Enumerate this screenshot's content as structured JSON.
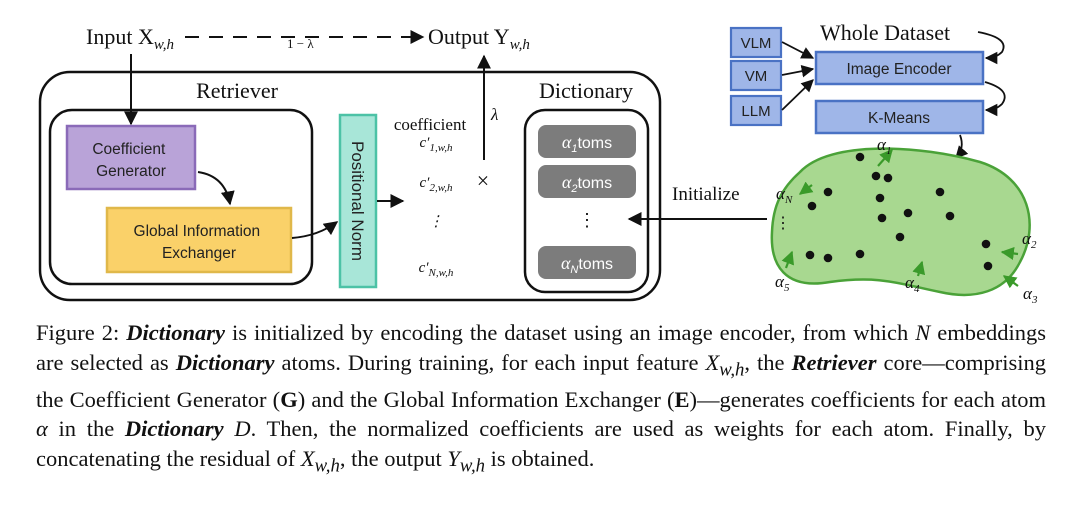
{
  "diagram": {
    "input_label": "Input X",
    "input_sub": "w,h",
    "output_label": "Output Y",
    "output_sub": "w,h",
    "one_minus_lambda": "1 − λ",
    "lambda": "λ",
    "retriever_title": "Retriever",
    "dictionary_title": "Dictionary",
    "coefficient_generator": [
      "Coefficient",
      "Generator"
    ],
    "global_info_exchanger": [
      "Global Information",
      "Exchanger"
    ],
    "positional_norm": "Positional Norm",
    "coefficient_title": "coefficient",
    "coefficients": [
      {
        "base": "c′",
        "sub": "1,w,h"
      },
      {
        "base": "c′",
        "sub": "2,w,h"
      },
      {
        "base": "⋮",
        "sub": ""
      },
      {
        "base": "c′",
        "sub": "N,w,h"
      }
    ],
    "times": "×",
    "atoms": [
      {
        "alpha": "α",
        "sub": "1",
        "suffix": "toms"
      },
      {
        "alpha": "α",
        "sub": "2",
        "suffix": "toms"
      },
      {
        "alpha": "α",
        "sub": "N",
        "suffix": "toms"
      }
    ],
    "atoms_dots": "⋮",
    "initialize": "Initialize",
    "whole_dataset": "Whole Dataset",
    "models": [
      "VLM",
      "VM",
      "LLM"
    ],
    "image_encoder": "Image Encoder",
    "kmeans": "K-Means",
    "cluster_labels": [
      {
        "alpha": "α",
        "sub": "1"
      },
      {
        "alpha": "α",
        "sub": "N"
      },
      {
        "alpha": "α",
        "sub": "2"
      },
      {
        "alpha": "α",
        "sub": "3"
      },
      {
        "alpha": "α",
        "sub": "4"
      },
      {
        "alpha": "α",
        "sub": "5"
      }
    ],
    "cluster_dots": "⋮",
    "colors": {
      "coef_gen_fill": "#b9a3d8",
      "coef_gen_stroke": "#8a6ab8",
      "gie_fill": "#fad169",
      "gie_stroke": "#e0b84a",
      "posnorm_fill": "#a8e6d8",
      "posnorm_stroke": "#4cc2a6",
      "atom_fill": "#7c7c7c",
      "blue_fill": "#9fb6e8",
      "blue_stroke": "#4a72c4",
      "blob_fill": "#a8d890",
      "blob_stroke": "#4aa238",
      "arrow_green": "#3a9a2a"
    }
  },
  "caption": {
    "figure_label": "Figure 2: ",
    "dictionary": "Dictionary",
    "t1": " is initialized by encoding the dataset using an image encoder, from which ",
    "N": "N",
    "t2": " embeddings are selected as ",
    "t3": " atoms. During training, for each input feature ",
    "X": "X",
    "wh": "w,h",
    "t4": ", the ",
    "retriever": "Retriever",
    "t5": " core—comprising the Coefficient Generator (",
    "G": "G",
    "t6": ") and the Global Information Exchanger (",
    "E": "E",
    "t7": ")—generates coefficients for each atom ",
    "alpha": "α",
    "t8": " in the ",
    "D": "D",
    "t9": ". Then, the normalized coefficients are used as weights for each ",
    "t10": " atom. Finally, by concatenating the residual of ",
    "t11": ", the output ",
    "Y": "Y",
    "t12": " is obtained."
  }
}
